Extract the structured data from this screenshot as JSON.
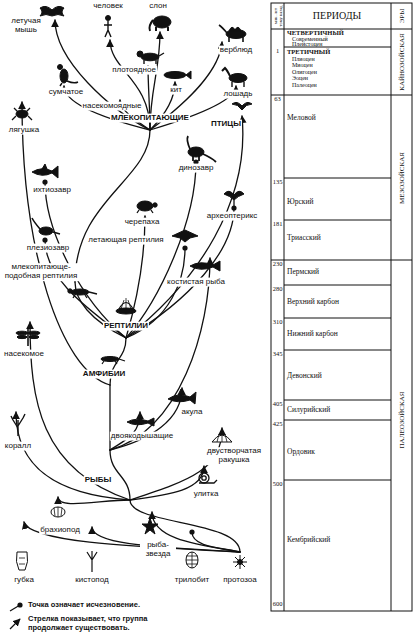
{
  "diagram": {
    "labels": [
      "человек",
      "слон",
      "летучая мышь",
      "верблюд",
      "плотоядное",
      "сумчатое",
      "кит",
      "лошадь",
      "насекомоядные",
      "МЛЕКОПИТАЮЩИЕ",
      "ПТИЦЫ",
      "лягушка",
      "динозавр",
      "ихтиозавр",
      "черепаха",
      "археоптерикс",
      "плезиозавр",
      "летающая рептилия",
      "млекопитающе-подобная рептилия",
      "костистая рыба",
      "РЕПТИЛИИ",
      "насекомое",
      "АМФИБИИ",
      "акула",
      "двоякодышащие",
      "коралл",
      "двустворчатая ракушка",
      "РЫБЫ",
      "улитка",
      "брахиопод",
      "рыба-звезда",
      "губка",
      "кистопод",
      "трилобит",
      "протозоа",
      "млн. лет тому назад",
      "ПЕРИОДЫ",
      "ЭРЫ",
      "ЧЕТВЕРТИЧНЫЙ",
      "Современный",
      "Плейстоцен",
      "1",
      "ТРЕТИЧНЫЙ",
      "Плиоцен",
      "Миоцен",
      "Олигоцен",
      "Эоцен",
      "Палеоцен",
      "КАЙНОЗОЙСКАЯ",
      "63",
      "Меловой",
      "135",
      "Юрский",
      "181",
      "Триасский",
      "МЕЗОЗОЙСКАЯ",
      "230",
      "Пермский",
      "280",
      "Верхний карбон",
      "310",
      "Нижний карбон",
      "345",
      "Девонский",
      "405",
      "Силурийский",
      "425",
      "Ордовик",
      "500",
      "Кембрийский",
      "ПАЛЕОЗОЙСКАЯ",
      "600"
    ],
    "legend": [
      {
        "text": "Точка означает исчезновение."
      },
      {
        "text": "Стрелка показывает, что группа продолжает существовать."
      }
    ]
  }
}
